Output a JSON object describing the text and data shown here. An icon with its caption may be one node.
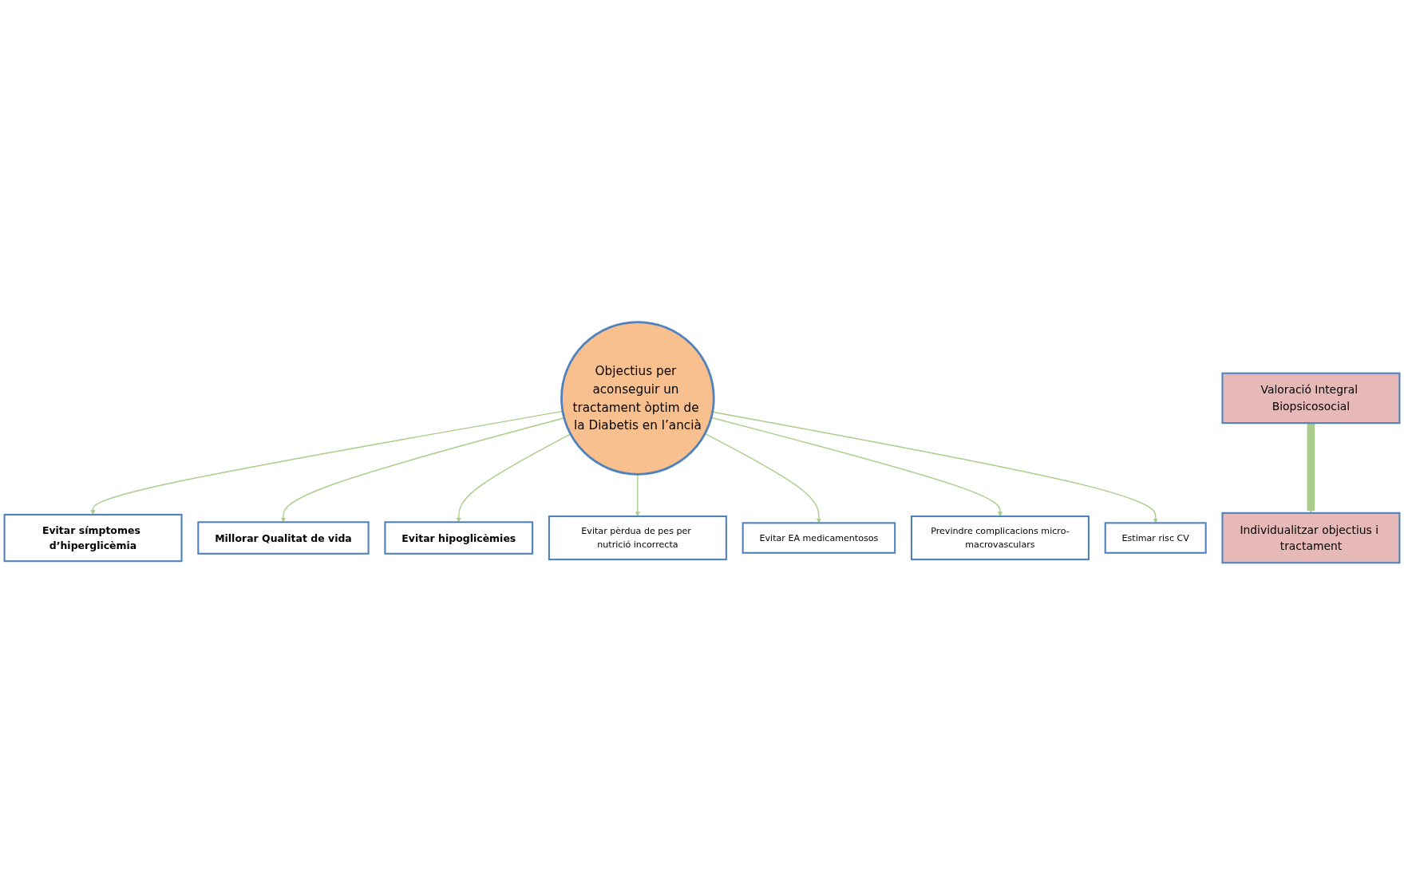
{
  "diagram": {
    "nodes": [
      {
        "text": [
          "Objectius per aconseguir un tractament òptim de la Diabetis en l’ancià"
        ]
      },
      {
        "text": [
          "Evitar símptomes d’hiperglicèmia"
        ]
      },
      {
        "text": [
          "Millorar Qualitat de vida"
        ]
      },
      {
        "text": [
          "Evitar hipoglicèmies"
        ]
      },
      {
        "text": [
          "Evitar pèrdua de pes per nutrició incorrecta"
        ]
      },
      {
        "text": [
          "Evitar EA medicamentosos"
        ]
      },
      {
        "text": [
          "Previndre complicacions micro-macrovasculars"
        ]
      },
      {
        "text": [
          "Estimar risc CV"
        ]
      },
      {
        "text": [
          "Valoració Integral Biopsicosocial"
        ]
      },
      {
        "text": [
          "Individualitzar objectius i tractament"
        ]
      }
    ],
    "edges": [
      {
        "from": 0,
        "to": 1,
        "arrow": "to"
      },
      {
        "from": 0,
        "to": 2,
        "arrow": "to"
      },
      {
        "from": 0,
        "to": 3,
        "arrow": "to"
      },
      {
        "from": 0,
        "to": 4,
        "arrow": "to"
      },
      {
        "from": 0,
        "to": 5,
        "arrow": "to"
      },
      {
        "from": 0,
        "to": 6,
        "arrow": "to"
      },
      {
        "from": 0,
        "to": 7,
        "arrow": "to"
      },
      {
        "from": 8,
        "to": 9,
        "arrow": "to",
        "style": "thick"
      }
    ]
  }
}
